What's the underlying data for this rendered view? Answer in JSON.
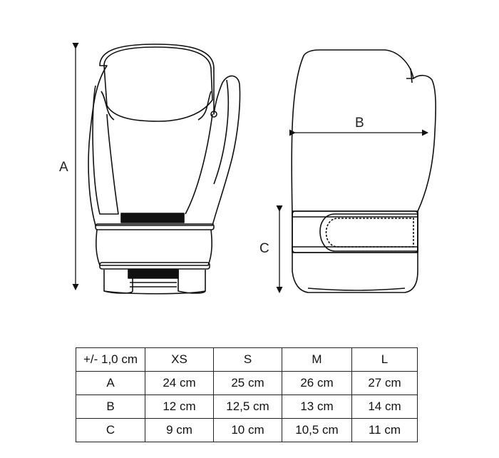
{
  "diagram": {
    "label_a": "A",
    "label_b": "B",
    "label_c": "C"
  },
  "table": {
    "header": [
      "+/- 1,0 cm",
      "XS",
      "S",
      "M",
      "L"
    ],
    "rows": [
      [
        "A",
        "24 cm",
        "25 cm",
        "26 cm",
        "27 cm"
      ],
      [
        "B",
        "12 cm",
        "12,5 cm",
        "13 cm",
        "14 cm"
      ],
      [
        "C",
        "9 cm",
        "10 cm",
        "10,5 cm",
        "11 cm"
      ]
    ]
  }
}
